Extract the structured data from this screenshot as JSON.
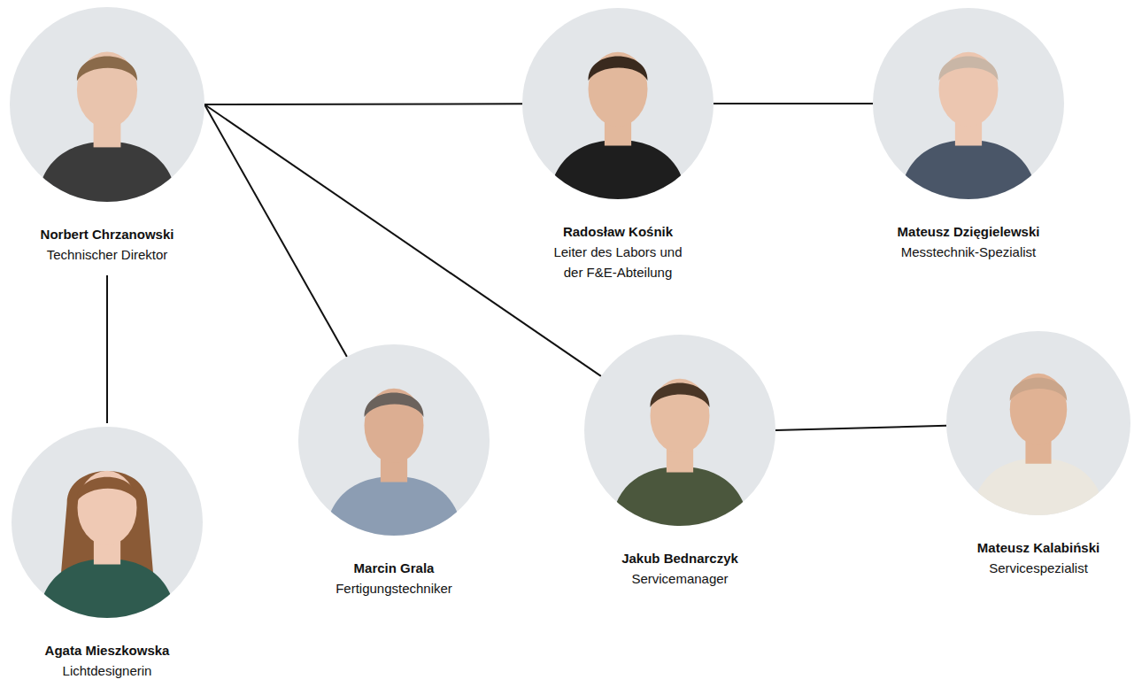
{
  "diagram": {
    "nodes": [
      {
        "text": [
          "Norbert Chrzanowski",
          "Technischer Direktor"
        ]
      },
      {
        "text": [
          "Radosław Kośnik",
          "Leiter des Labors und der F&E-Abteilung"
        ]
      },
      {
        "text": [
          "Mateusz Dzięgielewski",
          "Messtechnik-Spezialist"
        ]
      },
      {
        "text": [
          "Marcin Grala",
          "Fertigungstechniker"
        ]
      },
      {
        "text": [
          "Jakub Bednarczyk",
          "Servicemanager"
        ]
      },
      {
        "text": [
          "Mateusz Kalabiński",
          "Servicespezialist"
        ]
      },
      {
        "text": [
          "Agata Mieszkowska",
          "Lichtdesignerin"
        ]
      }
    ],
    "edges": [
      {
        "from": 0,
        "to": 1,
        "arrow": "none"
      },
      {
        "from": 1,
        "to": 2,
        "arrow": "none"
      },
      {
        "from": 0,
        "to": 3,
        "arrow": "none"
      },
      {
        "from": 0,
        "to": 4,
        "arrow": "none"
      },
      {
        "from": 4,
        "to": 5,
        "arrow": "none"
      },
      {
        "from": 0,
        "to": 6,
        "arrow": "none"
      }
    ]
  }
}
